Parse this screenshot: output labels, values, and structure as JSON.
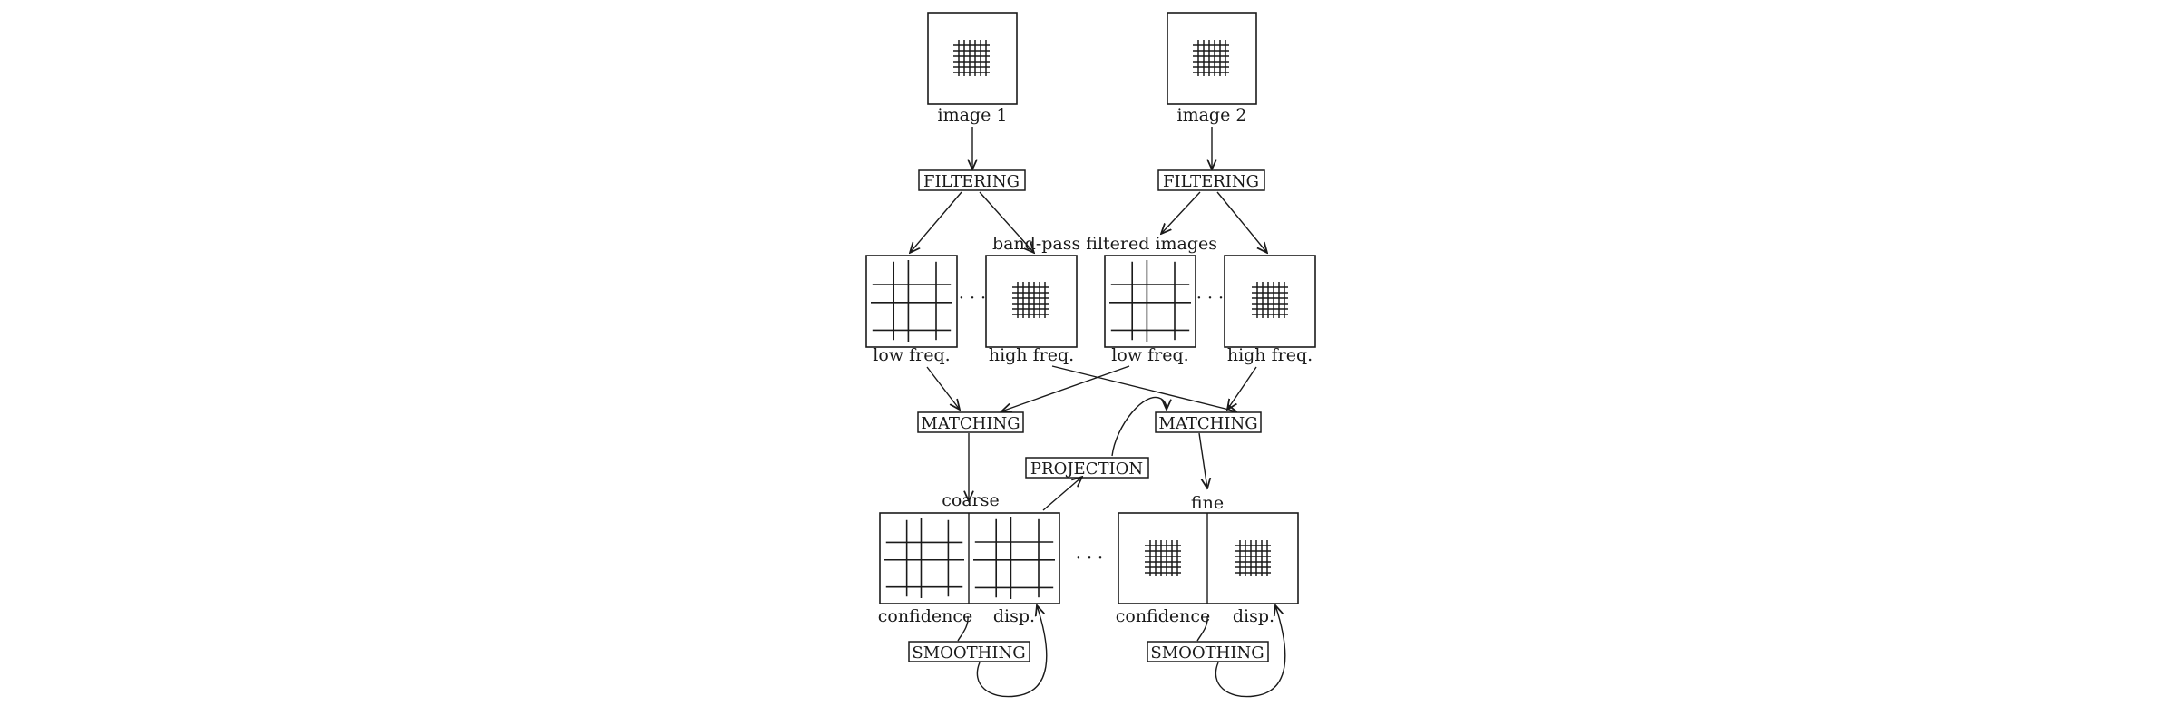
{
  "images": {
    "image1": "image 1",
    "image2": "image 2"
  },
  "processes": {
    "filtering_left": "FILTERING",
    "filtering_right": "FILTERING",
    "matching_left": "MATCHING",
    "matching_right": "MATCHING",
    "projection": "PROJECTION",
    "smoothing_left": "SMOOTHING",
    "smoothing_right": "SMOOTHING"
  },
  "filtered": {
    "caption": "band-pass filtered images",
    "low1": "low freq.",
    "high1": "high freq.",
    "low2": "low freq.",
    "high2": "high freq.",
    "ellipsis_left": "· · ·",
    "ellipsis_right": "· · ·"
  },
  "results": {
    "coarse": "coarse",
    "fine": "fine",
    "confidence_coarse": "confidence",
    "disp_coarse": "disp.",
    "confidence_fine": "confidence",
    "disp_fine": "disp.",
    "ellipsis": "· · ·"
  },
  "colors": {
    "ink": "#1a1a1a",
    "background": "#ffffff"
  }
}
